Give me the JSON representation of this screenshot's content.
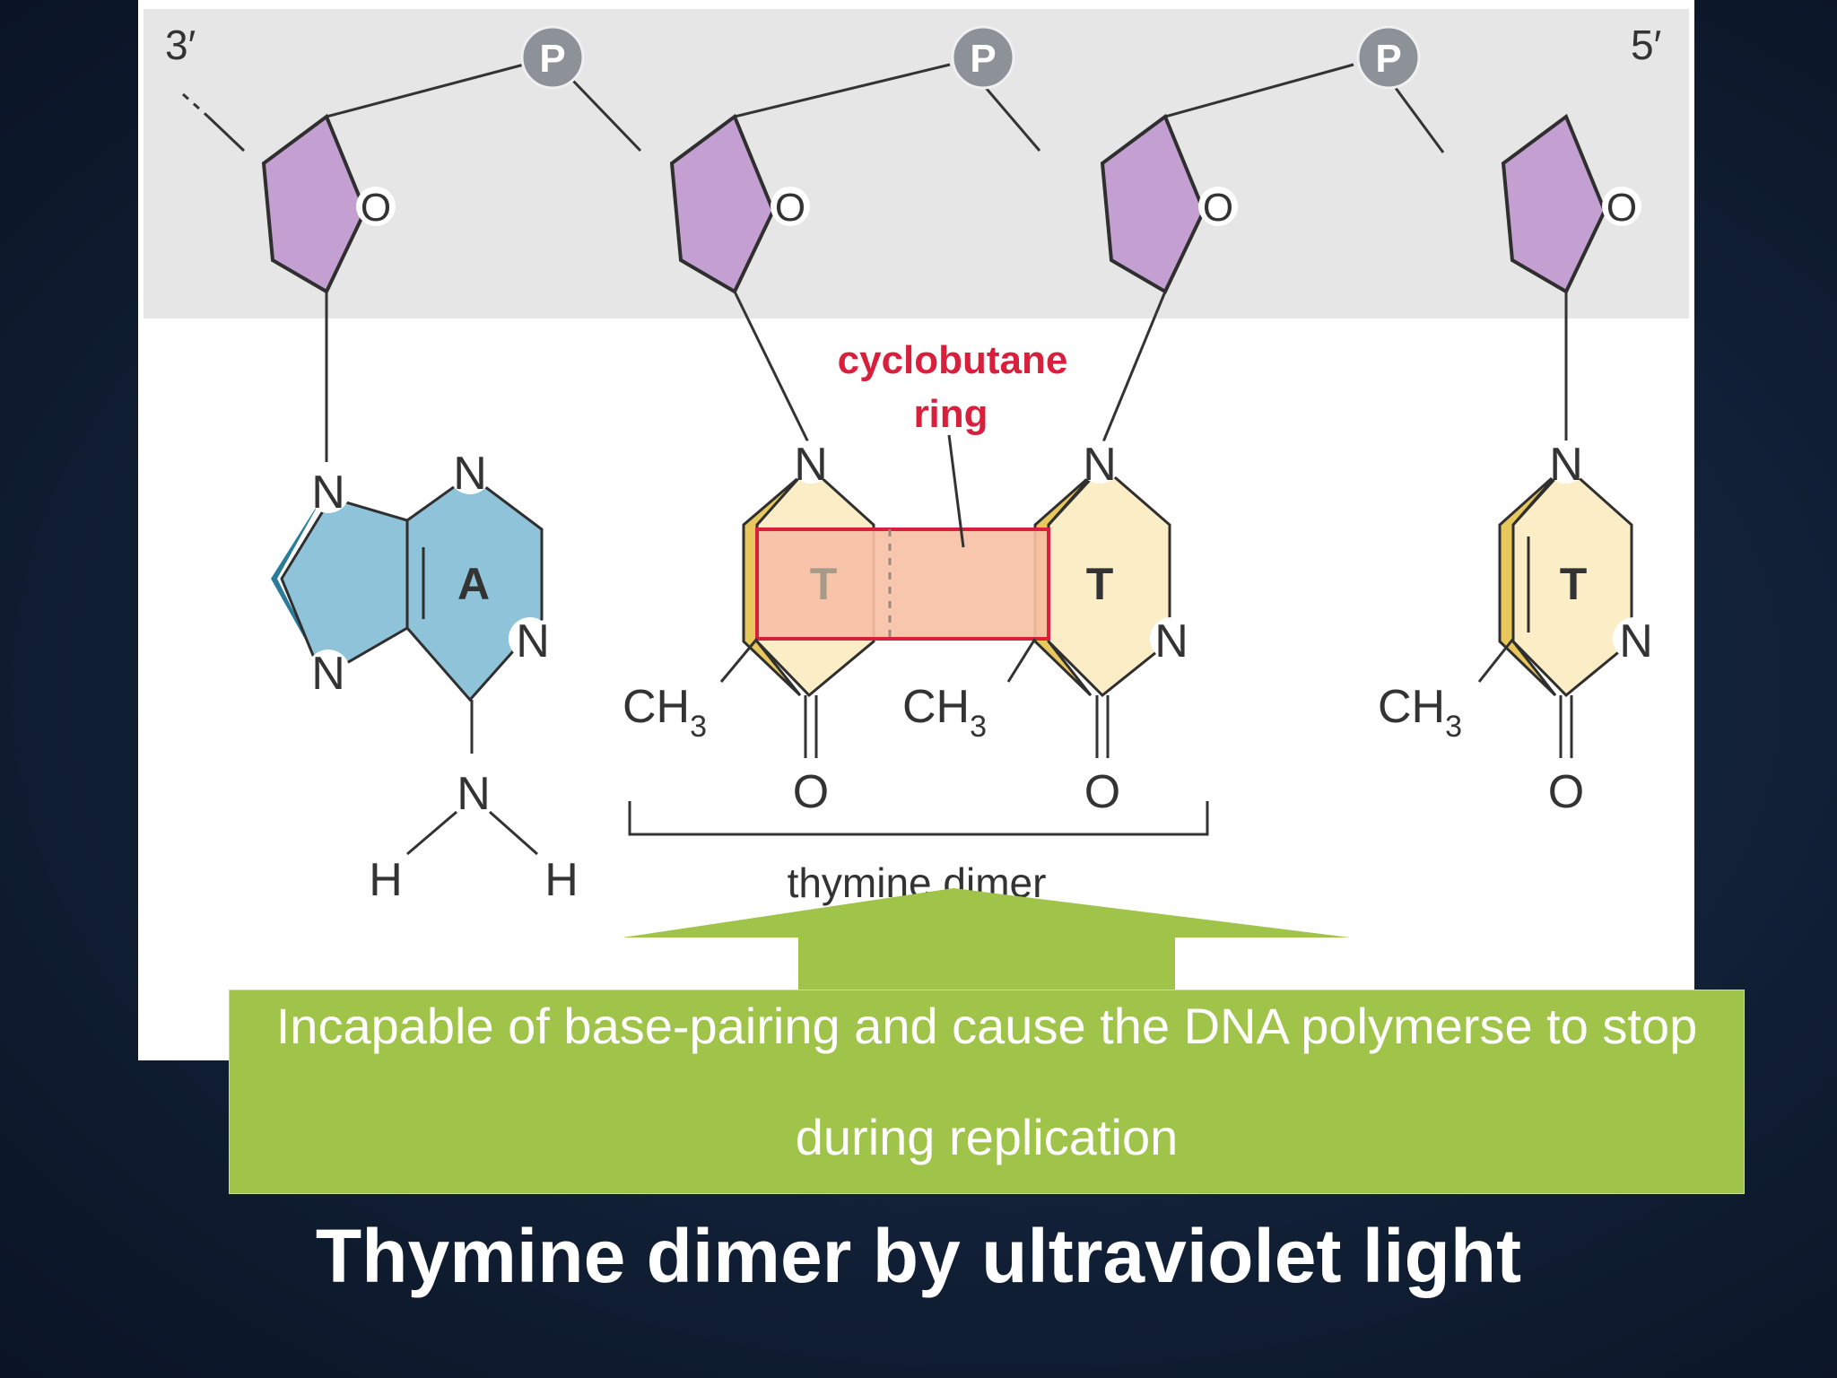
{
  "slide": {
    "title": "Thymine dimer by ultraviolet light",
    "callout": "Incapable of base-pairing and cause the DNA polymerse to stop during replication"
  },
  "diagram": {
    "end_labels": {
      "left": "3′",
      "right": "5′"
    },
    "phosphate_label": "P",
    "sugar_ring_atom": "O",
    "nitrogen_label": "N",
    "oxygen_label": "O",
    "hydrogen_label": "H",
    "methyl": {
      "main": "CH",
      "subscript": "3"
    },
    "bases": {
      "adenine": "A",
      "thymine": "T"
    },
    "annotation_cyclobutane_line1": "cyclobutane",
    "annotation_cyclobutane_line2": "ring",
    "bracket_label": "thymine dimer",
    "colors": {
      "backbone_band": "#e6e6e6",
      "sugar": "#c49fd2",
      "adenine": "#8fc3da",
      "thymine": "#fbeec7",
      "thymine_side": "#e8c85c",
      "cyclobutane": "#f7c0a6",
      "cyclobutane_edge": "#d8203c",
      "phosphate": "#8d9198",
      "annotation": "#d8203c",
      "callout": "#a0c44a"
    }
  }
}
